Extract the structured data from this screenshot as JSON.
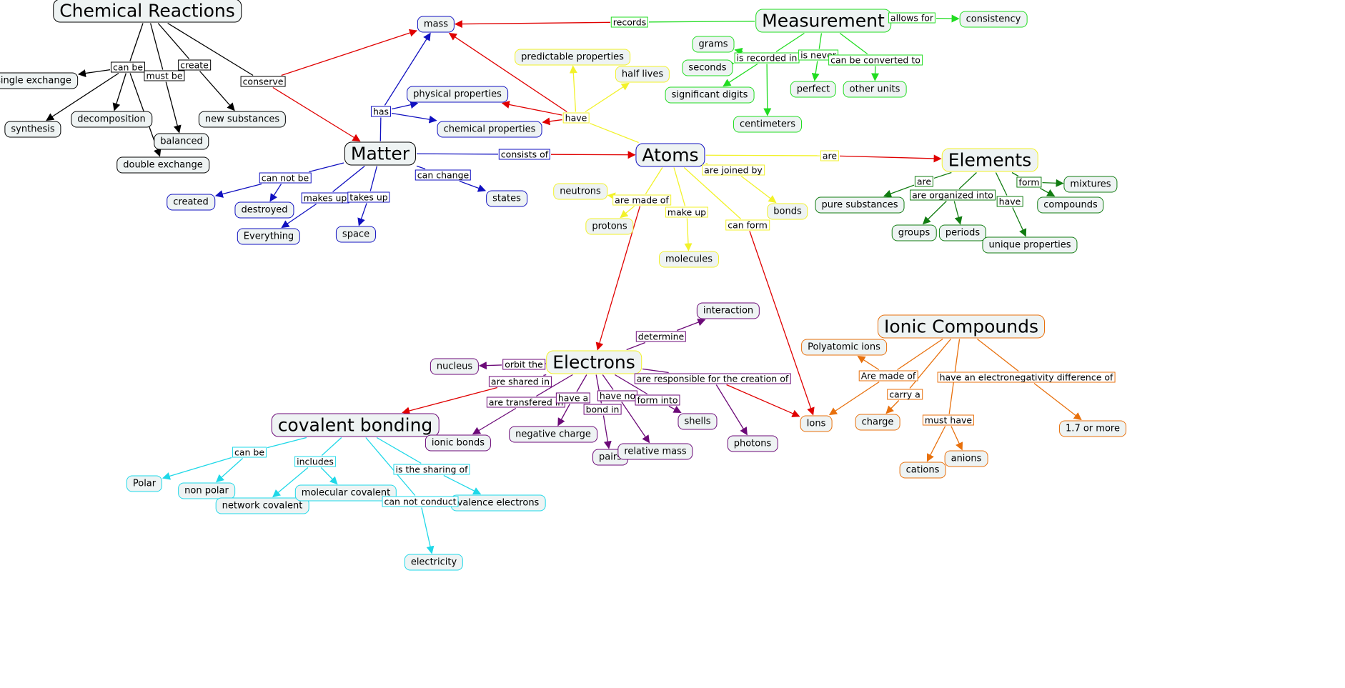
{
  "colors": {
    "black": "#000000",
    "red": "#e00000",
    "blue": "#1010c0",
    "yellow": "#f2f22a",
    "green_light": "#21dc21",
    "green_dark": "#117c11",
    "purple": "#6c0a78",
    "orange": "#e8700c",
    "cyan": "#1fd8e8"
  },
  "concepts": [
    {
      "id": "chemreact",
      "label": "Chemical Reactions",
      "big": true,
      "color": "black"
    },
    {
      "id": "single",
      "label": "single exchange",
      "color": "black"
    },
    {
      "id": "synthesis",
      "label": "synthesis",
      "color": "black"
    },
    {
      "id": "decomp",
      "label": "decomposition",
      "color": "black"
    },
    {
      "id": "balanced",
      "label": "balanced",
      "color": "black"
    },
    {
      "id": "double",
      "label": "double exchange",
      "color": "black"
    },
    {
      "id": "newsub",
      "label": "new substances",
      "color": "black"
    },
    {
      "id": "mass",
      "label": "mass",
      "color": "blue"
    },
    {
      "id": "physprop",
      "label": "physical properties",
      "color": "blue"
    },
    {
      "id": "chemprop",
      "label": "chemical properties",
      "color": "blue"
    },
    {
      "id": "matter",
      "label": "Matter",
      "big": true,
      "color": "black"
    },
    {
      "id": "created",
      "label": "created",
      "color": "blue"
    },
    {
      "id": "destroyed",
      "label": "destroyed",
      "color": "blue"
    },
    {
      "id": "everything",
      "label": "Everything",
      "color": "blue"
    },
    {
      "id": "space",
      "label": "space",
      "color": "blue"
    },
    {
      "id": "states",
      "label": "states",
      "color": "blue"
    },
    {
      "id": "predprop",
      "label": "predictable properties",
      "color": "yellow"
    },
    {
      "id": "halflives",
      "label": "half lives",
      "color": "yellow"
    },
    {
      "id": "atoms",
      "label": "Atoms",
      "big": true,
      "color": "blue"
    },
    {
      "id": "neutrons",
      "label": "neutrons",
      "color": "yellow"
    },
    {
      "id": "protons",
      "label": "protons",
      "color": "yellow"
    },
    {
      "id": "molecules",
      "label": "molecules",
      "color": "yellow"
    },
    {
      "id": "bonds",
      "label": "bonds",
      "color": "yellow"
    },
    {
      "id": "measurement",
      "label": "Measurement",
      "big": true,
      "color": "green_light"
    },
    {
      "id": "consistency",
      "label": "consistency",
      "color": "green_light"
    },
    {
      "id": "grams",
      "label": "grams",
      "color": "green_light"
    },
    {
      "id": "seconds",
      "label": "seconds",
      "color": "green_light"
    },
    {
      "id": "sigdig",
      "label": "significant digits",
      "color": "green_light"
    },
    {
      "id": "centimeters",
      "label": "centimeters",
      "color": "green_light"
    },
    {
      "id": "perfect",
      "label": "perfect",
      "color": "green_light"
    },
    {
      "id": "otherunits",
      "label": "other units",
      "color": "green_light"
    },
    {
      "id": "elements",
      "label": "Elements",
      "big": true,
      "color": "yellow"
    },
    {
      "id": "puresub",
      "label": "pure substances",
      "color": "green_dark"
    },
    {
      "id": "groups",
      "label": "groups",
      "color": "green_dark"
    },
    {
      "id": "periods",
      "label": "periods",
      "color": "green_dark"
    },
    {
      "id": "mixtures",
      "label": "mixtures",
      "color": "green_dark"
    },
    {
      "id": "compounds",
      "label": "compounds",
      "color": "green_dark"
    },
    {
      "id": "uniqueprop",
      "label": "unique properties",
      "color": "green_dark"
    },
    {
      "id": "interaction",
      "label": "interaction",
      "color": "purple"
    },
    {
      "id": "nucleus",
      "label": "nucleus",
      "color": "purple"
    },
    {
      "id": "electrons",
      "label": "Electrons",
      "big": true,
      "color": "yellow"
    },
    {
      "id": "covalent",
      "label": "covalent bonding",
      "big": true,
      "color": "purple"
    },
    {
      "id": "ionicbonds",
      "label": "ionic bonds",
      "color": "purple"
    },
    {
      "id": "negcharge",
      "label": "negative charge",
      "color": "purple"
    },
    {
      "id": "pairs",
      "label": "pairs",
      "color": "purple"
    },
    {
      "id": "relmass",
      "label": "relative mass",
      "color": "purple"
    },
    {
      "id": "shells",
      "label": "shells",
      "color": "purple"
    },
    {
      "id": "photons",
      "label": "photons",
      "color": "purple"
    },
    {
      "id": "ions",
      "label": "Ions",
      "color": "orange"
    },
    {
      "id": "ioniccomp",
      "label": "Ionic Compounds",
      "big": true,
      "color": "orange"
    },
    {
      "id": "polyatomic",
      "label": "Polyatomic ions",
      "color": "orange"
    },
    {
      "id": "charge",
      "label": "charge",
      "color": "orange"
    },
    {
      "id": "cations",
      "label": "cations",
      "color": "orange"
    },
    {
      "id": "anions",
      "label": "anions",
      "color": "orange"
    },
    {
      "id": "seventeen",
      "label": "1.7 or more",
      "color": "orange"
    },
    {
      "id": "polar",
      "label": "Polar",
      "color": "cyan"
    },
    {
      "id": "nonpolar",
      "label": "non polar",
      "color": "cyan"
    },
    {
      "id": "netcov",
      "label": "network covalent",
      "color": "cyan"
    },
    {
      "id": "molcov",
      "label": "molecular covalent",
      "color": "cyan"
    },
    {
      "id": "valence",
      "label": "valence electrons",
      "color": "cyan"
    },
    {
      "id": "electricity",
      "label": "electricity",
      "color": "cyan"
    }
  ],
  "linking_phrases": [
    {
      "id": "l_canbe1",
      "label": "can be",
      "color": "black"
    },
    {
      "id": "l_mustbe",
      "label": "must be",
      "color": "black"
    },
    {
      "id": "l_create",
      "label": "create",
      "color": "black"
    },
    {
      "id": "l_conserve",
      "label": "conserve",
      "color": "black"
    },
    {
      "id": "l_has",
      "label": "has",
      "color": "blue"
    },
    {
      "id": "l_have",
      "label": "have",
      "color": "yellow"
    },
    {
      "id": "l_records",
      "label": "records",
      "color": "green_light"
    },
    {
      "id": "l_allowsfor",
      "label": "allows for",
      "color": "green_light"
    },
    {
      "id": "l_isrecorded",
      "label": "is recorded in",
      "color": "green_light"
    },
    {
      "id": "l_isnever",
      "label": "is never",
      "color": "green_light"
    },
    {
      "id": "l_canconv",
      "label": "can be converted to",
      "color": "green_light"
    },
    {
      "id": "l_consistsof",
      "label": "consists of",
      "color": "blue"
    },
    {
      "id": "l_are1",
      "label": "are",
      "color": "yellow"
    },
    {
      "id": "l_cannotbe",
      "label": "can not be",
      "color": "blue"
    },
    {
      "id": "l_makesup",
      "label": "makes up",
      "color": "blue"
    },
    {
      "id": "l_takesup",
      "label": "takes up",
      "color": "blue"
    },
    {
      "id": "l_canchange",
      "label": "can change",
      "color": "blue"
    },
    {
      "id": "l_arejoined",
      "label": "are joined by",
      "color": "yellow"
    },
    {
      "id": "l_aremadeof",
      "label": "are made of",
      "color": "yellow"
    },
    {
      "id": "l_makeup",
      "label": "make up",
      "color": "yellow"
    },
    {
      "id": "l_canform",
      "label": "can form",
      "color": "yellow"
    },
    {
      "id": "l_are2",
      "label": "are",
      "color": "green_dark"
    },
    {
      "id": "l_areorg",
      "label": "are organized into",
      "color": "green_dark"
    },
    {
      "id": "l_form",
      "label": "form",
      "color": "green_dark"
    },
    {
      "id": "l_have2",
      "label": "have",
      "color": "green_dark"
    },
    {
      "id": "l_determine",
      "label": "determine",
      "color": "purple"
    },
    {
      "id": "l_orbit",
      "label": "orbit the",
      "color": "purple"
    },
    {
      "id": "l_areshared",
      "label": "are shared in",
      "color": "purple"
    },
    {
      "id": "l_aretransf",
      "label": "are transfered in",
      "color": "purple"
    },
    {
      "id": "l_havea",
      "label": "have a",
      "color": "purple"
    },
    {
      "id": "l_haveno",
      "label": "have no",
      "color": "purple"
    },
    {
      "id": "l_bondin",
      "label": "bond in",
      "color": "purple"
    },
    {
      "id": "l_forminto",
      "label": "form into",
      "color": "purple"
    },
    {
      "id": "l_areresp",
      "label": "are responsible for the creation of",
      "color": "purple"
    },
    {
      "id": "l_aremadeof2",
      "label": "Are made of",
      "color": "orange"
    },
    {
      "id": "l_carrya",
      "label": "carry a",
      "color": "orange"
    },
    {
      "id": "l_haveelec",
      "label": "have an electronegativity difference of",
      "color": "orange"
    },
    {
      "id": "l_musthave",
      "label": "must have",
      "color": "orange"
    },
    {
      "id": "l_canbe2",
      "label": "can be",
      "color": "cyan"
    },
    {
      "id": "l_includes",
      "label": "includes",
      "color": "cyan"
    },
    {
      "id": "l_isshar",
      "label": "is the sharing of",
      "color": "cyan"
    },
    {
      "id": "l_cannotcond",
      "label": "can not conduct",
      "color": "cyan"
    }
  ],
  "connections": [
    {
      "from": "chemreact",
      "to": "l_canbe1",
      "color": "black"
    },
    {
      "from": "chemreact",
      "to": "l_mustbe",
      "color": "black"
    },
    {
      "from": "chemreact",
      "to": "l_create",
      "color": "black"
    },
    {
      "from": "chemreact",
      "to": "l_conserve",
      "color": "black"
    },
    {
      "from": "l_canbe1",
      "to": "single",
      "color": "black"
    },
    {
      "from": "l_canbe1",
      "to": "synthesis",
      "color": "black"
    },
    {
      "from": "l_canbe1",
      "to": "decomp",
      "color": "black"
    },
    {
      "from": "l_canbe1",
      "to": "double",
      "color": "black"
    },
    {
      "from": "l_mustbe",
      "to": "balanced",
      "color": "black"
    },
    {
      "from": "l_create",
      "to": "newsub",
      "color": "black"
    },
    {
      "from": "l_conserve",
      "to": "mass",
      "color": "red"
    },
    {
      "from": "l_conserve",
      "to": "matter",
      "color": "red"
    },
    {
      "from": "matter",
      "to": "l_has",
      "color": "blue"
    },
    {
      "from": "l_has",
      "to": "mass",
      "color": "blue"
    },
    {
      "from": "l_has",
      "to": "physprop",
      "color": "blue"
    },
    {
      "from": "l_has",
      "to": "chemprop",
      "color": "blue"
    },
    {
      "from": "matter",
      "to": "l_consistsof",
      "color": "blue"
    },
    {
      "from": "l_consistsof",
      "to": "atoms",
      "color": "red"
    },
    {
      "from": "matter",
      "to": "l_cannotbe",
      "color": "blue"
    },
    {
      "from": "l_cannotbe",
      "to": "created",
      "color": "blue"
    },
    {
      "from": "l_cannotbe",
      "to": "destroyed",
      "color": "blue"
    },
    {
      "from": "matter",
      "to": "l_makesup",
      "color": "blue"
    },
    {
      "from": "l_makesup",
      "to": "everything",
      "color": "blue"
    },
    {
      "from": "matter",
      "to": "l_takesup",
      "color": "blue"
    },
    {
      "from": "l_takesup",
      "to": "space",
      "color": "blue"
    },
    {
      "from": "matter",
      "to": "l_canchange",
      "color": "blue"
    },
    {
      "from": "l_canchange",
      "to": "states",
      "color": "blue"
    },
    {
      "from": "atoms",
      "to": "l_have",
      "color": "yellow"
    },
    {
      "from": "l_have",
      "to": "predprop",
      "color": "yellow"
    },
    {
      "from": "l_have",
      "to": "halflives",
      "color": "yellow"
    },
    {
      "from": "l_have",
      "to": "physprop",
      "color": "red"
    },
    {
      "from": "l_have",
      "to": "chemprop",
      "color": "red"
    },
    {
      "from": "l_have",
      "to": "mass",
      "color": "red"
    },
    {
      "from": "atoms",
      "to": "l_are1",
      "color": "yellow"
    },
    {
      "from": "l_are1",
      "to": "elements",
      "color": "red"
    },
    {
      "from": "atoms",
      "to": "l_arejoined",
      "color": "yellow"
    },
    {
      "from": "l_arejoined",
      "to": "bonds",
      "color": "yellow"
    },
    {
      "from": "atoms",
      "to": "l_aremadeof",
      "color": "yellow"
    },
    {
      "from": "l_aremadeof",
      "to": "neutrons",
      "color": "yellow"
    },
    {
      "from": "l_aremadeof",
      "to": "protons",
      "color": "yellow"
    },
    {
      "from": "l_aremadeof",
      "to": "electrons",
      "color": "red"
    },
    {
      "from": "atoms",
      "to": "l_makeup",
      "color": "yellow"
    },
    {
      "from": "l_makeup",
      "to": "molecules",
      "color": "yellow"
    },
    {
      "from": "atoms",
      "to": "l_canform",
      "color": "yellow"
    },
    {
      "from": "l_canform",
      "to": "ions",
      "color": "red"
    },
    {
      "from": "measurement",
      "to": "l_records",
      "color": "green_light"
    },
    {
      "from": "l_records",
      "to": "mass",
      "color": "red"
    },
    {
      "from": "measurement",
      "to": "l_allowsfor",
      "color": "green_light"
    },
    {
      "from": "l_allowsfor",
      "to": "consistency",
      "color": "green_light"
    },
    {
      "from": "measurement",
      "to": "l_isrecorded",
      "color": "green_light"
    },
    {
      "from": "l_isrecorded",
      "to": "grams",
      "color": "green_light"
    },
    {
      "from": "l_isrecorded",
      "to": "seconds",
      "color": "green_light"
    },
    {
      "from": "l_isrecorded",
      "to": "sigdig",
      "color": "green_light"
    },
    {
      "from": "l_isrecorded",
      "to": "centimeters",
      "color": "green_light"
    },
    {
      "from": "measurement",
      "to": "l_isnever",
      "color": "green_light"
    },
    {
      "from": "l_isnever",
      "to": "perfect",
      "color": "green_light"
    },
    {
      "from": "measurement",
      "to": "l_canconv",
      "color": "green_light"
    },
    {
      "from": "l_canconv",
      "to": "otherunits",
      "color": "green_light"
    },
    {
      "from": "elements",
      "to": "l_are2",
      "color": "green_dark"
    },
    {
      "from": "l_are2",
      "to": "puresub",
      "color": "green_dark"
    },
    {
      "from": "elements",
      "to": "l_areorg",
      "color": "green_dark"
    },
    {
      "from": "l_areorg",
      "to": "groups",
      "color": "green_dark"
    },
    {
      "from": "l_areorg",
      "to": "periods",
      "color": "green_dark"
    },
    {
      "from": "elements",
      "to": "l_form",
      "color": "green_dark"
    },
    {
      "from": "l_form",
      "to": "mixtures",
      "color": "green_dark"
    },
    {
      "from": "l_form",
      "to": "compounds",
      "color": "green_dark"
    },
    {
      "from": "elements",
      "to": "l_have2",
      "color": "green_dark"
    },
    {
      "from": "l_have2",
      "to": "uniqueprop",
      "color": "green_dark"
    },
    {
      "from": "electrons",
      "to": "l_determine",
      "color": "purple"
    },
    {
      "from": "l_determine",
      "to": "interaction",
      "color": "purple"
    },
    {
      "from": "electrons",
      "to": "l_orbit",
      "color": "purple"
    },
    {
      "from": "l_orbit",
      "to": "nucleus",
      "color": "purple"
    },
    {
      "from": "electrons",
      "to": "l_areshared",
      "color": "purple"
    },
    {
      "from": "l_areshared",
      "to": "covalent",
      "color": "red"
    },
    {
      "from": "electrons",
      "to": "l_aretransf",
      "color": "purple"
    },
    {
      "from": "l_aretransf",
      "to": "ionicbonds",
      "color": "purple"
    },
    {
      "from": "electrons",
      "to": "l_havea",
      "color": "purple"
    },
    {
      "from": "l_havea",
      "to": "negcharge",
      "color": "purple"
    },
    {
      "from": "electrons",
      "to": "l_bondin",
      "color": "purple"
    },
    {
      "from": "l_bondin",
      "to": "pairs",
      "color": "purple"
    },
    {
      "from": "electrons",
      "to": "l_haveno",
      "color": "purple"
    },
    {
      "from": "l_haveno",
      "to": "relmass",
      "color": "purple"
    },
    {
      "from": "electrons",
      "to": "l_forminto",
      "color": "purple"
    },
    {
      "from": "l_forminto",
      "to": "shells",
      "color": "purple"
    },
    {
      "from": "electrons",
      "to": "l_areresp",
      "color": "purple"
    },
    {
      "from": "l_areresp",
      "to": "photons",
      "color": "purple"
    },
    {
      "from": "l_areresp",
      "to": "ions",
      "color": "red"
    },
    {
      "from": "ioniccomp",
      "to": "l_aremadeof2",
      "color": "orange"
    },
    {
      "from": "l_aremadeof2",
      "to": "polyatomic",
      "color": "orange"
    },
    {
      "from": "l_aremadeof2",
      "to": "ions",
      "color": "orange"
    },
    {
      "from": "ioniccomp",
      "to": "l_carrya",
      "color": "orange"
    },
    {
      "from": "l_carrya",
      "to": "charge",
      "color": "orange"
    },
    {
      "from": "ioniccomp",
      "to": "l_musthave",
      "color": "orange"
    },
    {
      "from": "l_musthave",
      "to": "cations",
      "color": "orange"
    },
    {
      "from": "l_musthave",
      "to": "anions",
      "color": "orange"
    },
    {
      "from": "ioniccomp",
      "to": "l_haveelec",
      "color": "orange"
    },
    {
      "from": "l_haveelec",
      "to": "seventeen",
      "color": "orange"
    },
    {
      "from": "covalent",
      "to": "l_canbe2",
      "color": "cyan"
    },
    {
      "from": "l_canbe2",
      "to": "polar",
      "color": "cyan"
    },
    {
      "from": "l_canbe2",
      "to": "nonpolar",
      "color": "cyan"
    },
    {
      "from": "covalent",
      "to": "l_includes",
      "color": "cyan"
    },
    {
      "from": "l_includes",
      "to": "netcov",
      "color": "cyan"
    },
    {
      "from": "l_includes",
      "to": "molcov",
      "color": "cyan"
    },
    {
      "from": "covalent",
      "to": "l_isshar",
      "color": "cyan"
    },
    {
      "from": "l_isshar",
      "to": "valence",
      "color": "cyan"
    },
    {
      "from": "covalent",
      "to": "l_cannotcond",
      "color": "cyan"
    },
    {
      "from": "l_cannotcond",
      "to": "electricity",
      "color": "cyan"
    }
  ]
}
